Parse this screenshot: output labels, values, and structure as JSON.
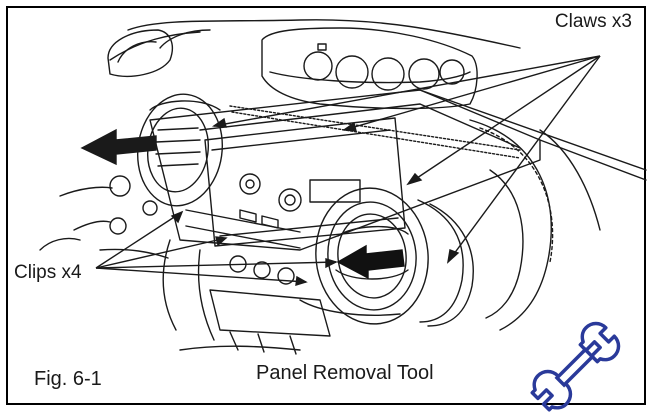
{
  "labels": {
    "claws": "Claws x3",
    "clips": "Clips x4",
    "figure": "Fig. 6-1",
    "tool": "Panel Removal Tool"
  },
  "icons": {
    "tool_icon": "wrench-icon"
  },
  "colors": {
    "line": "#1a1a1a",
    "frame": "#000000",
    "wrench": "#2a3a9a",
    "background": "#ffffff"
  }
}
